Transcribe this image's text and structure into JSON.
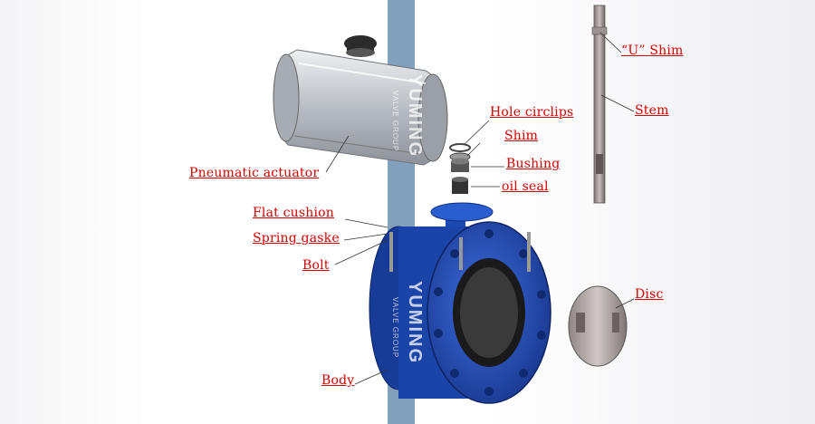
{
  "labels": {
    "u_shim": "“U” Shim",
    "stem": "Stem",
    "hole_circlips": "Hole circlips",
    "shim": "Shim",
    "bushing": "Bushing",
    "oil_seal": "oil seal",
    "pneumatic_actuator": "Pneumatic actuator",
    "flat_cushion": "Flat cushion",
    "spring_gasket": "Spring gaske",
    "bolt": "Bolt",
    "disc": "Disc",
    "body": "Body"
  },
  "watermark": {
    "brand": "YUMING",
    "group": "VALVE GROUP"
  },
  "colors": {
    "label_red": "#d40000",
    "band_blue": "#6d8fb0",
    "body_blue": "#1f4fb8",
    "actuator_silver": "#c9cdd2"
  }
}
